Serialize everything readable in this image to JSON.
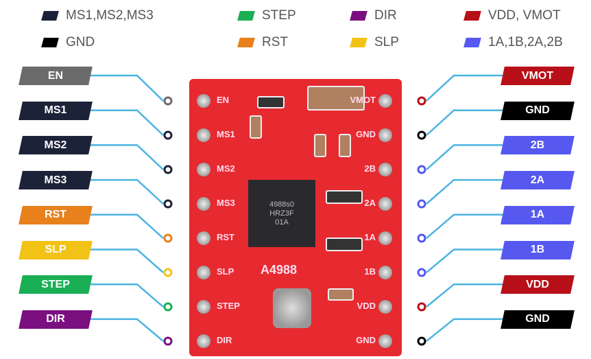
{
  "legend": [
    {
      "label": "MS1,MS2,MS3",
      "color": "#1c2238"
    },
    {
      "label": "STEP",
      "color": "#1aaf55"
    },
    {
      "label": "DIR",
      "color": "#7a0f80"
    },
    {
      "label": "VDD, VMOT",
      "color": "#b81018"
    },
    {
      "label": "GND",
      "color": "#000000"
    },
    {
      "label": "RST",
      "color": "#e8801c"
    },
    {
      "label": "SLP",
      "color": "#f2c316"
    },
    {
      "label": "1A,1B,2A,2B",
      "color": "#5658f0"
    }
  ],
  "left_pins": [
    {
      "label": "EN",
      "color": "#6b6b6b"
    },
    {
      "label": "MS1",
      "color": "#1c2238"
    },
    {
      "label": "MS2",
      "color": "#1c2238"
    },
    {
      "label": "MS3",
      "color": "#1c2238"
    },
    {
      "label": "RST",
      "color": "#e8801c"
    },
    {
      "label": "SLP",
      "color": "#f2c316"
    },
    {
      "label": "STEP",
      "color": "#1aaf55"
    },
    {
      "label": "DIR",
      "color": "#7a0f80"
    }
  ],
  "right_pins": [
    {
      "label": "VMOT",
      "color": "#b81018"
    },
    {
      "label": "GND",
      "color": "#000000"
    },
    {
      "label": "2B",
      "color": "#5658f0"
    },
    {
      "label": "2A",
      "color": "#5658f0"
    },
    {
      "label": "1A",
      "color": "#5658f0"
    },
    {
      "label": "1B",
      "color": "#5658f0"
    },
    {
      "label": "VDD",
      "color": "#b81018"
    },
    {
      "label": "GND",
      "color": "#000000"
    }
  ],
  "board": {
    "chip_text": [
      "4988s0",
      "HRZ3F",
      "01A"
    ],
    "model": "A4988",
    "silk_left": [
      "EN",
      "MS1",
      "MS2",
      "MS3",
      "RST",
      "SLP",
      "STEP",
      "DIR"
    ],
    "silk_right": [
      "VMOT",
      "GND",
      "2B",
      "2A",
      "1A",
      "1B",
      "VDD",
      "GND"
    ],
    "line_color": "#4ab4e0"
  }
}
